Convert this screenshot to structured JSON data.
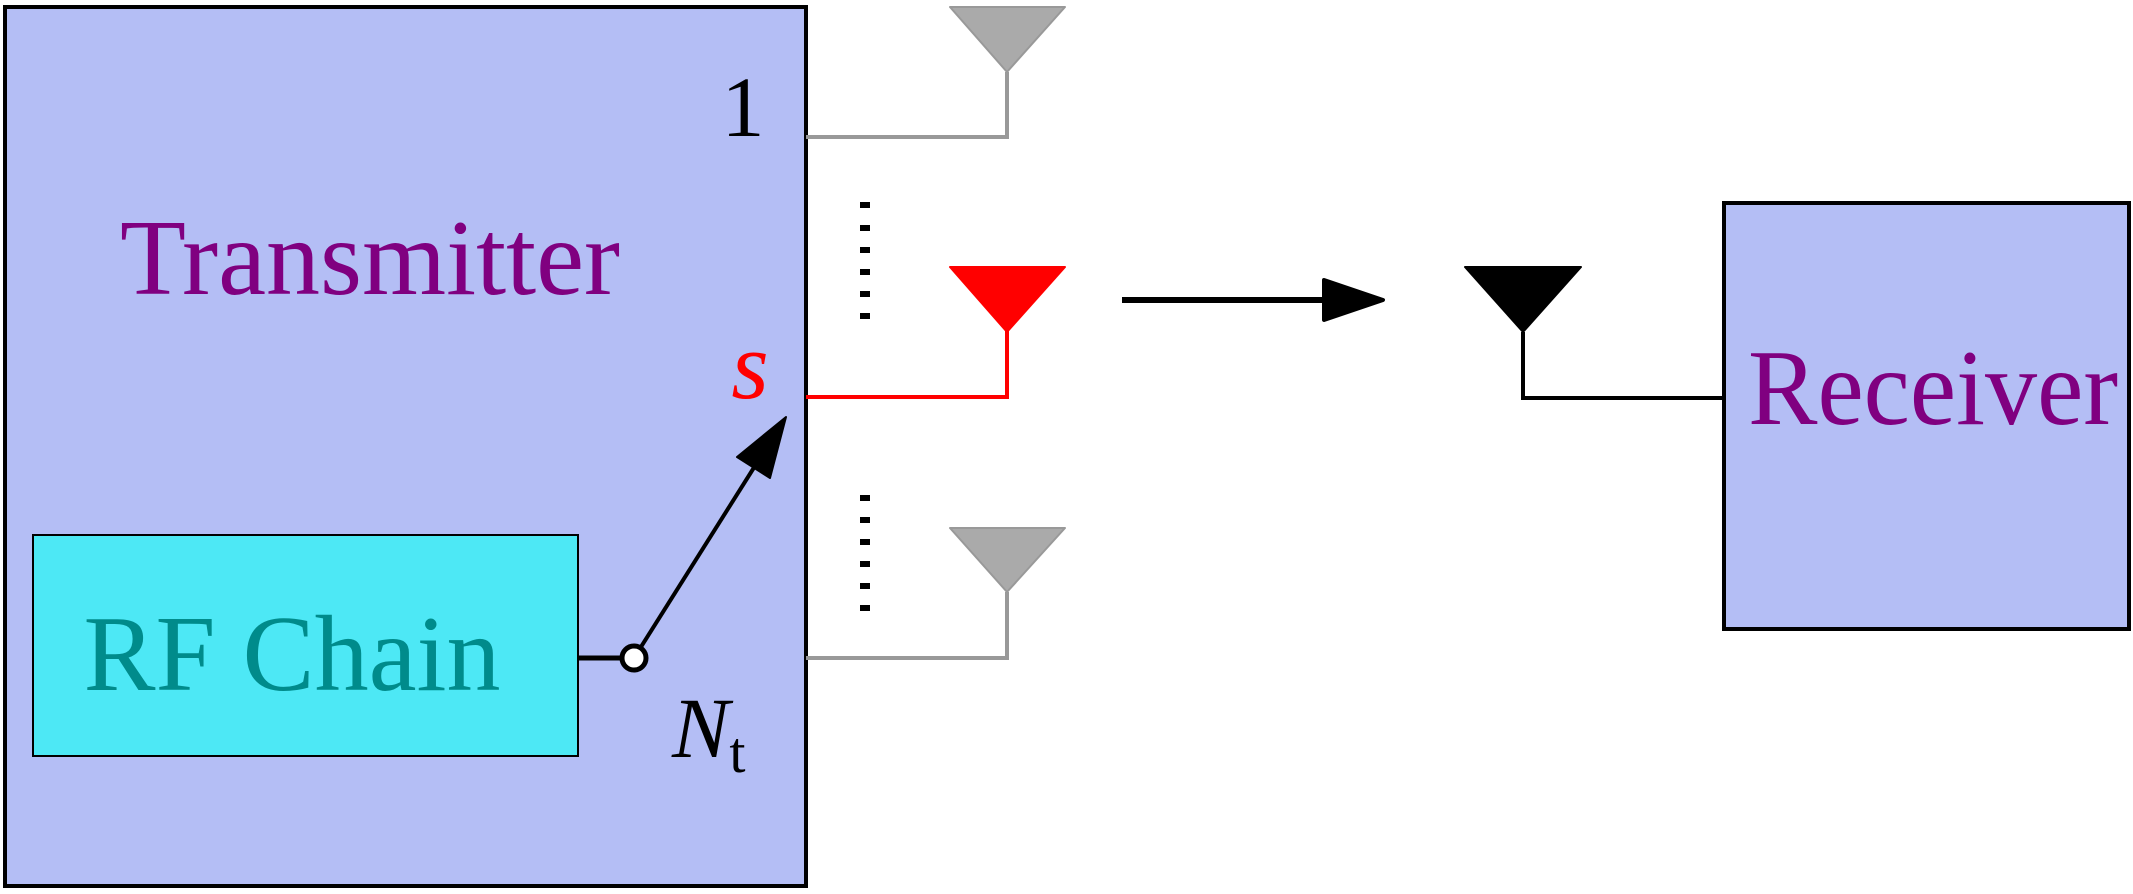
{
  "transmitter": {
    "label": "Transmitter",
    "fill": "#b4bef5",
    "label_color": "#800080",
    "rf_chain": {
      "label": "RF Chain",
      "fill": "#4de8f5",
      "label_color": "#008b8b"
    },
    "antenna_index_first": "1",
    "antenna_index_selected": "s",
    "antenna_index_last_main": "N",
    "antenna_index_last_sub": "t"
  },
  "antennas": [
    {
      "name": "antenna-1",
      "state": "inactive",
      "color": "#aaaaaa",
      "line_color": "#999999"
    },
    {
      "name": "antenna-s",
      "state": "active",
      "color": "#ff0000",
      "line_color": "#ff0000"
    },
    {
      "name": "antenna-nt",
      "state": "inactive",
      "color": "#aaaaaa",
      "line_color": "#999999"
    }
  ],
  "ellipsis": "⋮",
  "receiver": {
    "label": "Receiver",
    "fill": "#b4bef5",
    "label_color": "#800080",
    "antenna_color": "#000000"
  },
  "colors": {
    "selected": "#ff0000",
    "inactive": "#aaaaaa",
    "stroke": "#000000"
  }
}
